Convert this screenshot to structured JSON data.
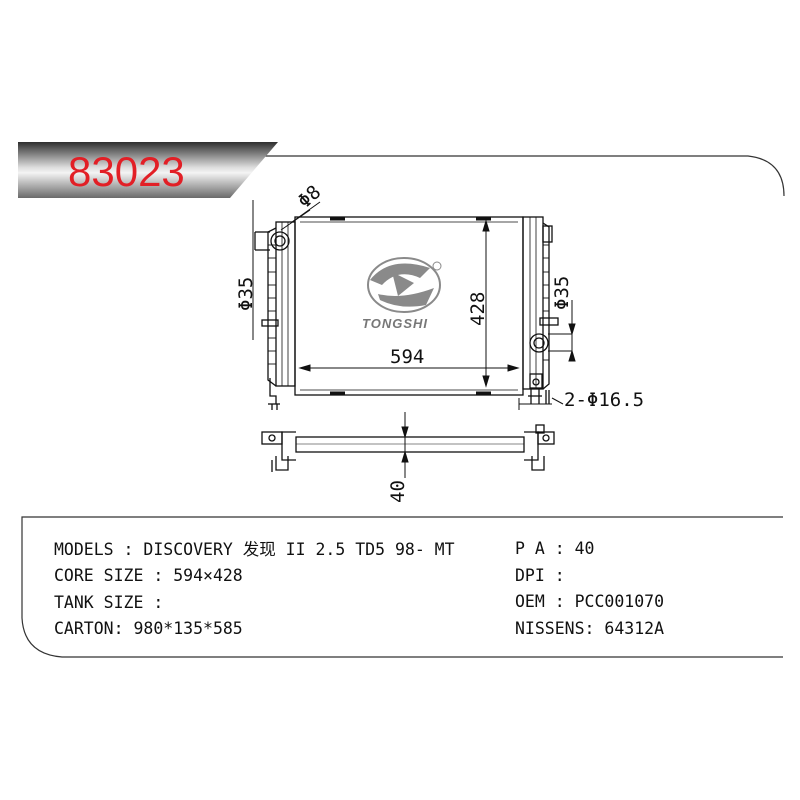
{
  "part_number": "83023",
  "brand": "TONGSHI",
  "dimensions": {
    "inlet_diameter": "Φ8",
    "left_pipe": "Φ35",
    "right_pipe": "Φ35",
    "height": "428",
    "width": "594",
    "mount_holes": "2-Φ16.5",
    "thickness": "40"
  },
  "specs": {
    "left": [
      "MODELS : DISCOVERY 发现 II 2.5 TD5 98- MT",
      "CORE SIZE : 594×428",
      "TANK SIZE :",
      "CARTON: 980*135*585"
    ],
    "right": [
      "P A : 40",
      "DPI :",
      "OEM : PCC001070",
      "NISSENS: 64312A"
    ]
  },
  "colors": {
    "part_number": "#e21f26",
    "banner_dark": "#3a3a3a",
    "banner_light": "#f2f2f2",
    "line": "#111111",
    "logo": "#8a8a8a"
  }
}
